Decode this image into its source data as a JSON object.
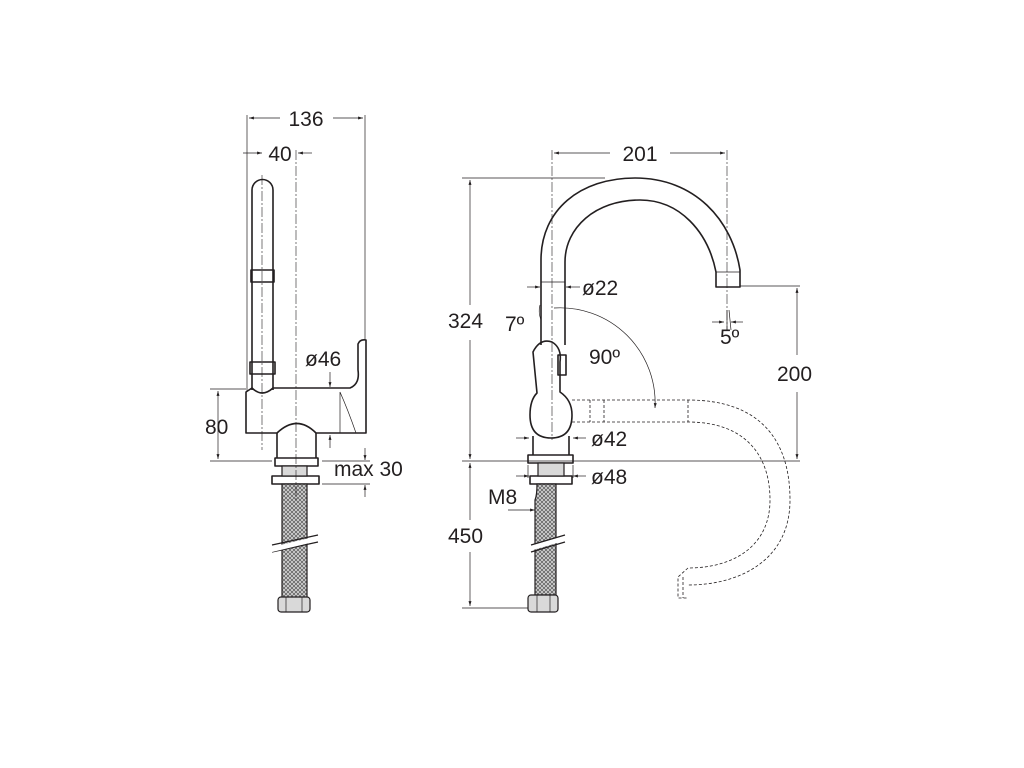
{
  "drawing": {
    "ink_color": "#231f20",
    "background": "#ffffff",
    "side_view": {
      "dimensions": {
        "overall_width": "136",
        "spout_offset": "40",
        "body_diameter": "ø46",
        "body_height": "80",
        "max_counter_thickness": "max 30"
      }
    },
    "front_view": {
      "dimensions": {
        "spout_reach": "201",
        "overall_height": "324",
        "spout_diameter": "ø22",
        "spout_tilt": "7º",
        "spout_end_angle": "5º",
        "swivel_angle": "90º",
        "spout_height": "200",
        "body_diameter": "ø42",
        "base_diameter": "ø48",
        "thread": "M8",
        "hose_length": "450"
      }
    }
  }
}
